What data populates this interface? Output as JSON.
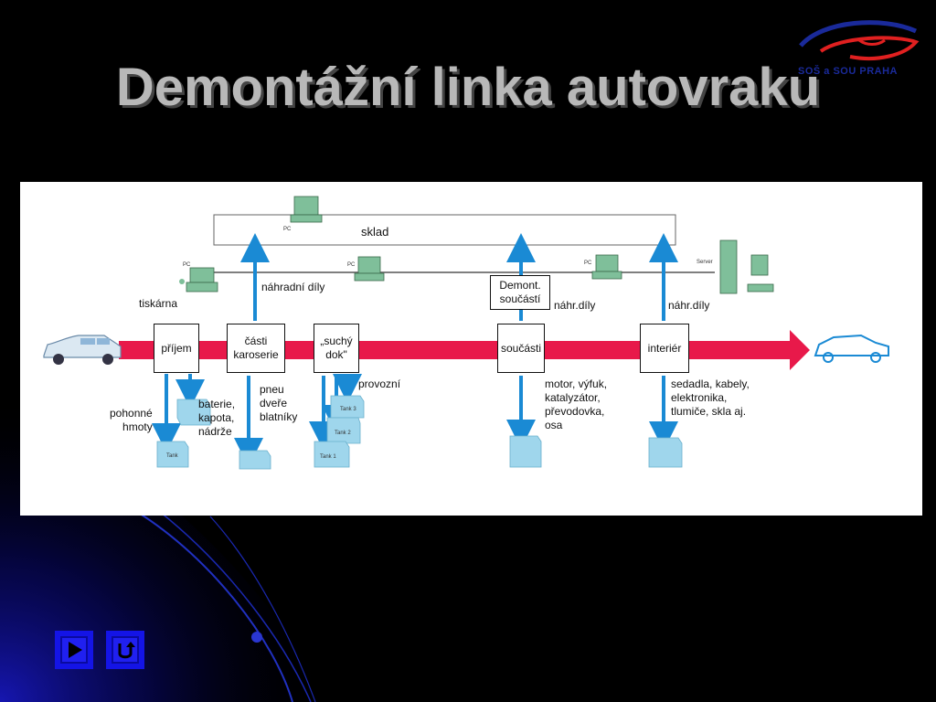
{
  "slide": {
    "title": "Demontážní linka autovraku",
    "logo_text": "SOŠ a SOU  PRAHA"
  },
  "diagram": {
    "storage_label": "sklad",
    "pc_label": "PC",
    "server_label": "Server",
    "printer_label": "tiskárna",
    "stations": [
      {
        "id": "prijem",
        "label": "příjem"
      },
      {
        "id": "karoserie",
        "label": "části\nkaroserie"
      },
      {
        "id": "dok",
        "label": "„suchý\ndok\""
      },
      {
        "id": "soucasti",
        "label": "součásti"
      },
      {
        "id": "interier",
        "label": "interiér"
      }
    ],
    "demont_box": "Demont.\nsoučástí",
    "up_labels": {
      "nahradni": "náhradní díly",
      "nahr1": "náhr.díly",
      "nahr2": "náhr.díly"
    },
    "down_labels": {
      "pohonne": "pohonné\nhmoty",
      "baterie": "baterie,\nkapota,\nnádrže",
      "pneu": "pneu\ndveře\nblatníky",
      "provozni": "provozní",
      "motor": "motor, výfuk,\nkatalyzátor,\npřevodovka,\nosa",
      "sedadla": "sedadla, kabely,\nelektronika,\ntlumiče, skla aj."
    },
    "tank_labels": [
      "Tank",
      "Tank 1",
      "Tank 2",
      "Tank 3"
    ]
  },
  "nav": {
    "play_icon": "play-icon",
    "return_icon": "return-icon"
  },
  "colors": {
    "background": "#000000",
    "conveyor": "#e8194a",
    "arrow": "#1a8ad4",
    "container": "#9fd6ec",
    "nav_button": "#1414e6",
    "title": "#b8b8b8"
  }
}
